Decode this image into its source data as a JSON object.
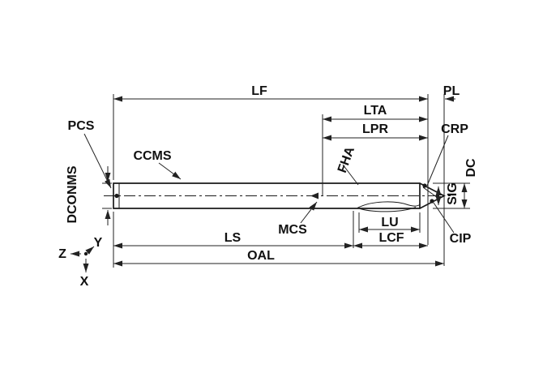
{
  "labels": {
    "LF": "LF",
    "PL": "PL",
    "LTA": "LTA",
    "LPR": "LPR",
    "CRP": "CRP",
    "PCS": "PCS",
    "CCMS": "CCMS",
    "DCONMS": "DCONMS",
    "FHA": "FHA",
    "DC": "DC",
    "SIG": "SIG",
    "MCS": "MCS",
    "LU": "LU",
    "LCF": "LCF",
    "CIP": "CIP",
    "LS": "LS",
    "OAL": "OAL"
  },
  "axes": {
    "x": "X",
    "y": "Y",
    "z": "Z"
  },
  "colors": {
    "line": "#1a1a1a",
    "dimension": "#222222",
    "background": "#ffffff"
  }
}
